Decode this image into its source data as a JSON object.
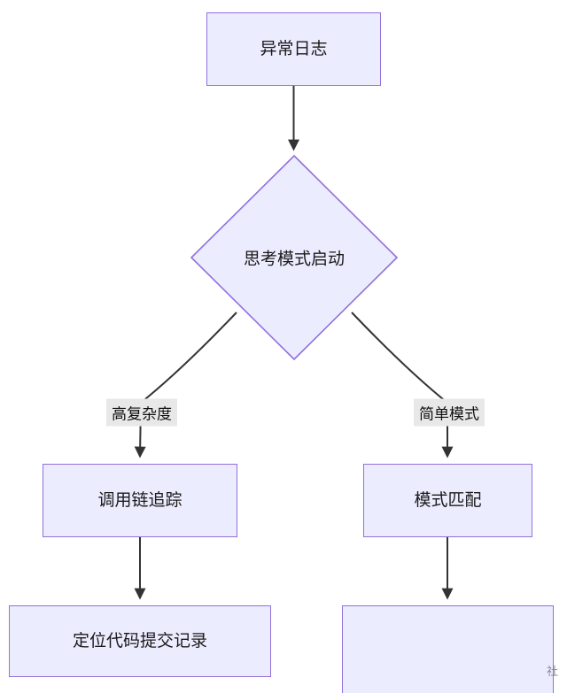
{
  "diagram": {
    "title": "troubleshooting-flowchart",
    "nodes": {
      "exception_log": {
        "label": "异常日志",
        "shape": "rect"
      },
      "thinking_mode": {
        "label": "思考模式启动",
        "shape": "diamond"
      },
      "call_chain": {
        "label": "调用链追踪",
        "shape": "rect"
      },
      "pattern_match": {
        "label": "模式匹配",
        "shape": "rect"
      },
      "locate_commit": {
        "label": "定位代码提交记录",
        "shape": "rect"
      },
      "bottom_right": {
        "label": "",
        "shape": "rect",
        "note": "partially cut off at bottom edge"
      }
    },
    "edges": [
      {
        "from": "exception_log",
        "to": "thinking_mode",
        "label": ""
      },
      {
        "from": "thinking_mode",
        "to": "call_chain",
        "label": "高复杂度"
      },
      {
        "from": "thinking_mode",
        "to": "pattern_match",
        "label": "简单模式"
      },
      {
        "from": "call_chain",
        "to": "locate_commit",
        "label": ""
      },
      {
        "from": "pattern_match",
        "to": "bottom_right",
        "label": ""
      }
    ],
    "edge_labels": {
      "high_complexity": "高复杂度",
      "simple_mode": "简单模式"
    }
  },
  "watermark": "社",
  "colors": {
    "node_fill": "#ECECFF",
    "node_border": "#9370DB",
    "edge_line": "#333333",
    "edge_label_bg": "#e8e8e8",
    "text": "#1a1a1a",
    "background": "#ffffff"
  }
}
